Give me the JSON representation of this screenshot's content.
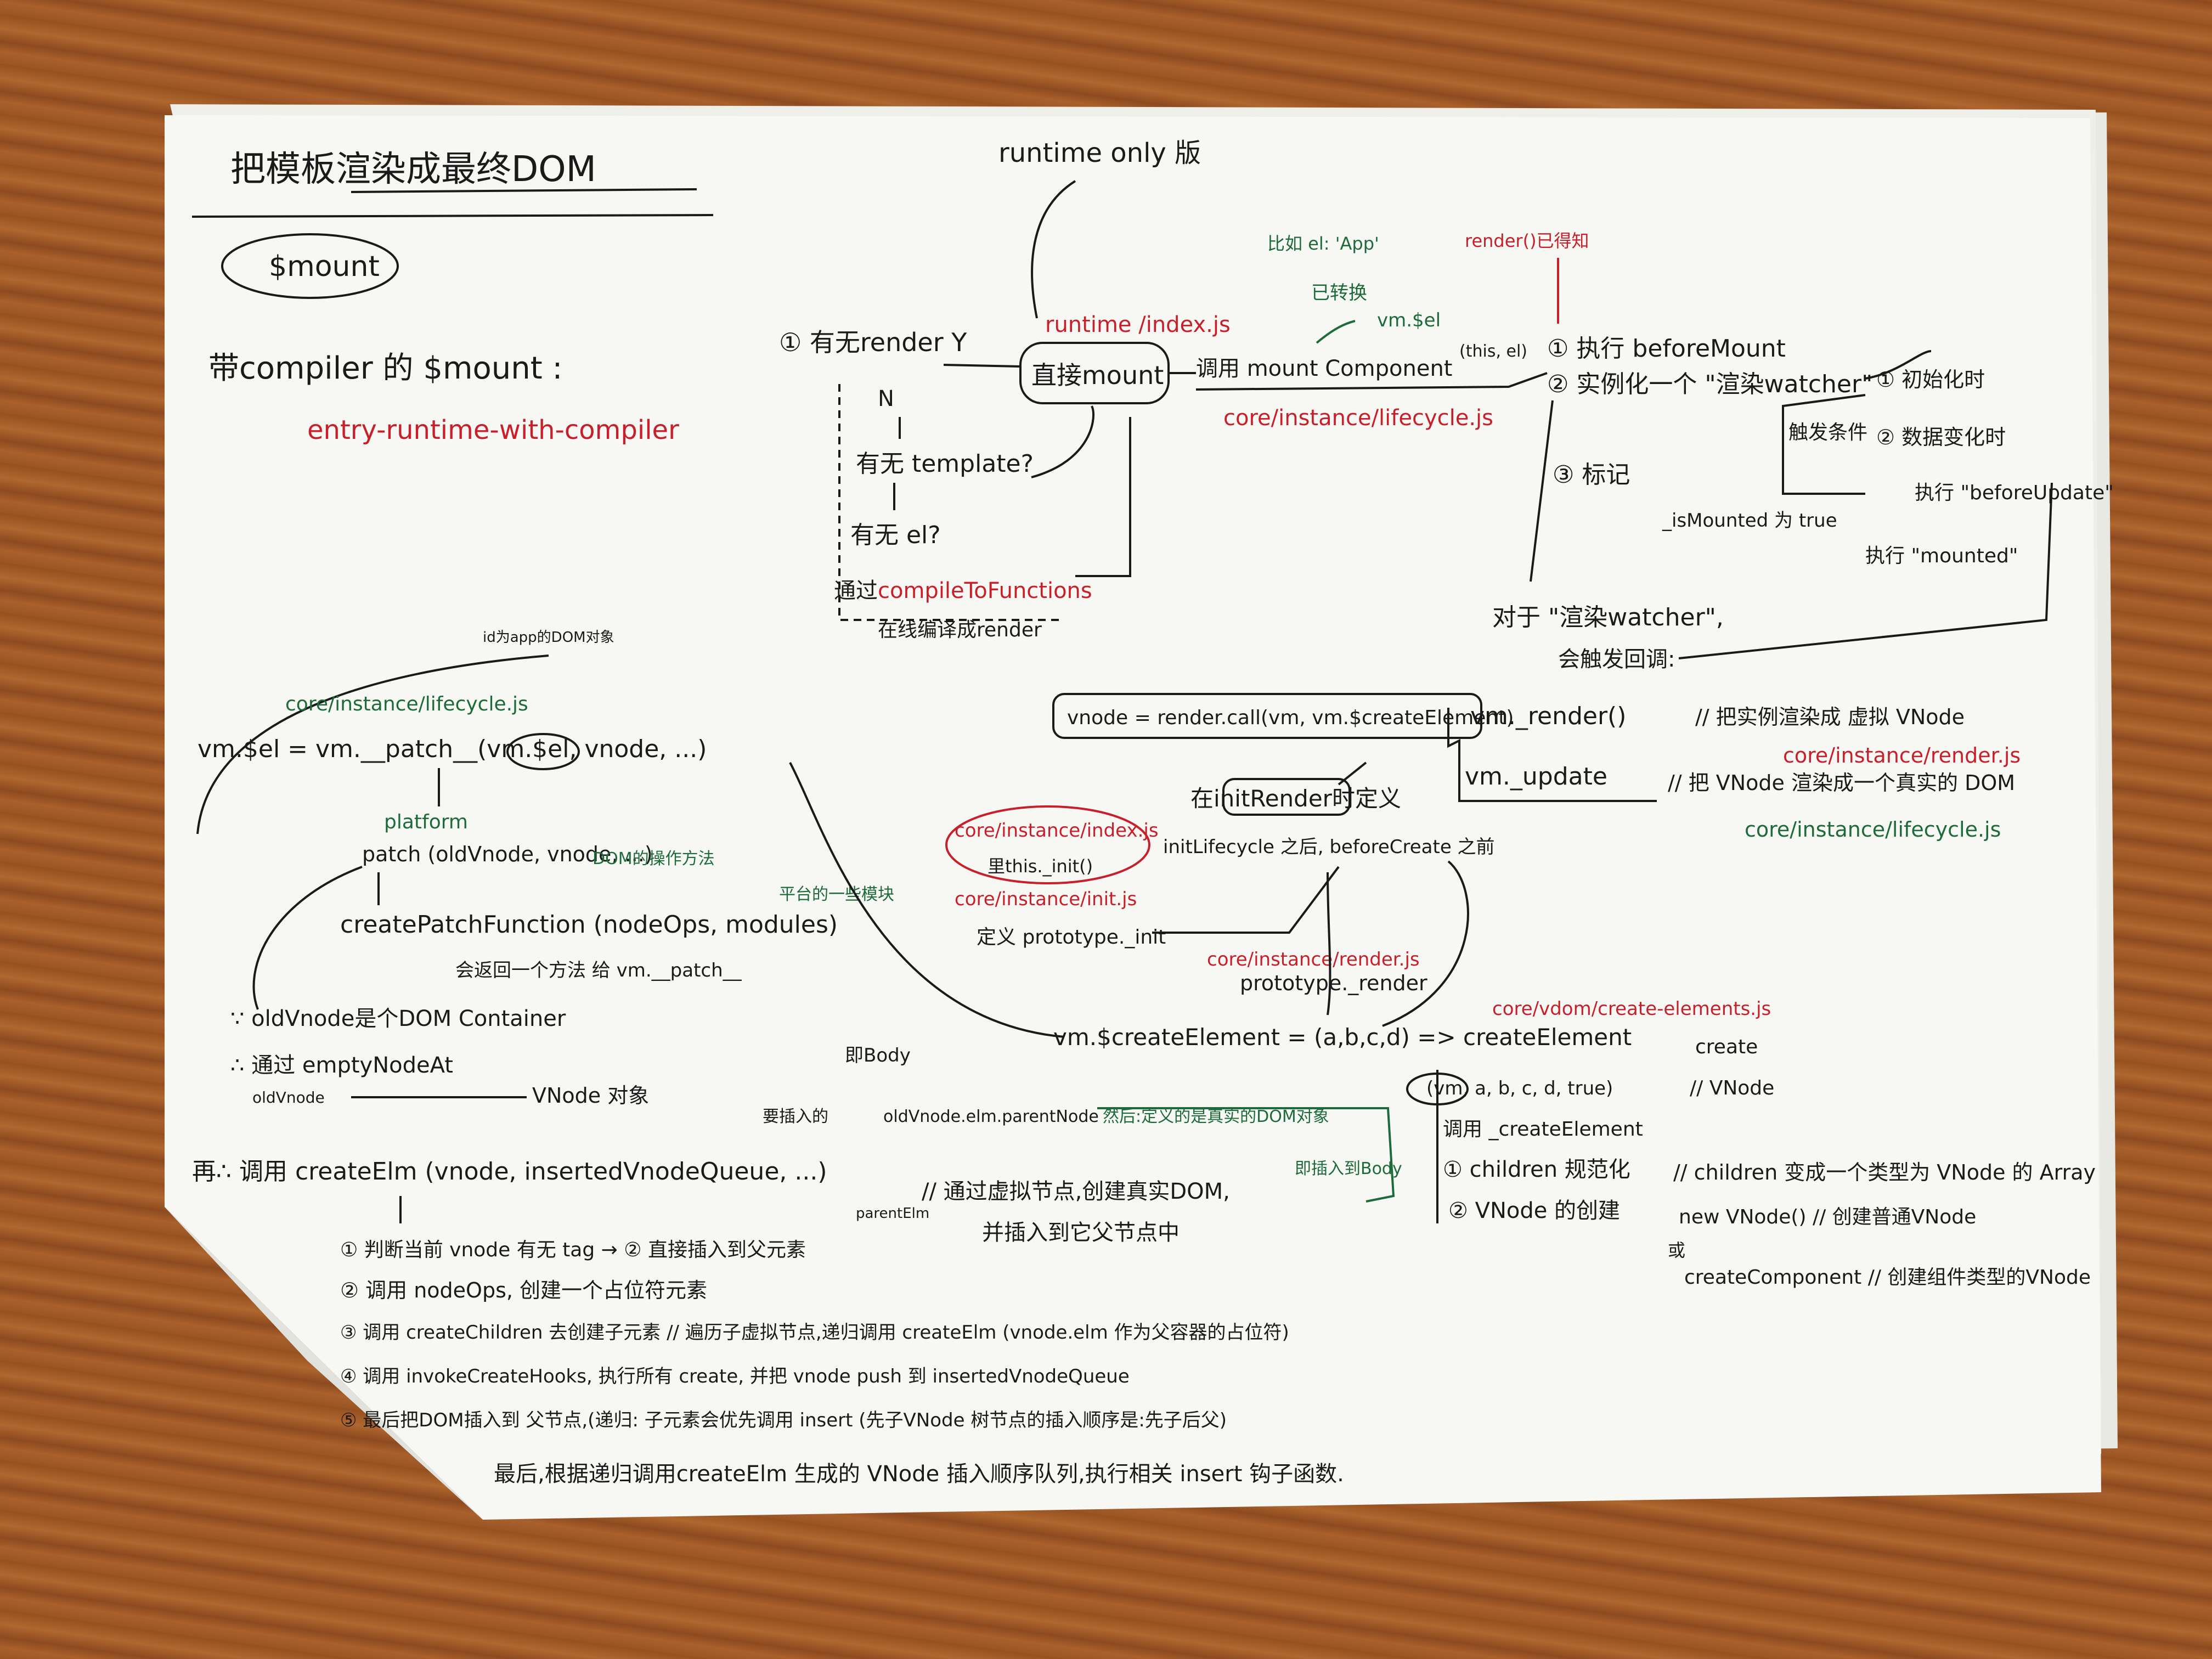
{
  "colors": {
    "black": "#1a1a1a",
    "red": "#c8202a",
    "green": "#1d6b3a",
    "paper": "#f7f7f4",
    "desk": "#a25a28"
  },
  "title": "把模板渲染成最终DOM",
  "mount_label": "$mount",
  "with_compiler": "带compiler 的 $mount :",
  "entry_file": "entry-runtime-with-compiler",
  "runtime_only": "runtime only 版",
  "runtime_index": "runtime /index.js",
  "has_render": "① 有无render Y",
  "direct_mount": "直接mount",
  "n_label": "N",
  "has_template": "有无 template?",
  "has_el": "有无 el?",
  "via_label": "通过",
  "compile_fn": "compileToFunctions",
  "compile_to_render": "在线编译成render",
  "call_mount_component": "调用 mount Component",
  "this_el": "(this, el)",
  "lifecycle_js_1": "core/instance/lifecycle.js",
  "el_app_note": "比如 el: 'App'",
  "el_converted": "已转换",
  "vm_el": "vm.$el",
  "render_known": "render()已得知",
  "step1": "① 执行 beforeMount",
  "step2": "② 实例化一个 \"渲染watcher\"",
  "init_time": "① 初始化时",
  "trigger_cond": "触发条件",
  "data_change": "② 数据变化时",
  "exec_before_update": "执行 \"beforeUpdate\"",
  "step3": "③ 标记",
  "is_mounted": "_isMounted 为 true",
  "exec_mounted": "执行 \"mounted\"",
  "for_watcher": "对于 \"渲染watcher\",",
  "will_trigger": "会触发回调:",
  "vnode_render_call": "vnode = render.call(vm, vm.$createElement)",
  "vm_render": "vm._render()",
  "render_desc": "// 把实例渲染成 虚拟 VNode",
  "render_js": "core/instance/render.js",
  "vm_update": "vm._update",
  "update_desc": "// 把 VNode 渲染成一个真实的 DOM",
  "lifecycle_js_2": "core/instance/lifecycle.js",
  "id_app_note": "id为app的DOM对象",
  "lifecycle_js_3": "core/instance/lifecycle.js",
  "vm_el_patch": "vm.$el = vm.__patch__(vm.$el, vnode, ...)",
  "platform": "platform",
  "patch_sig": "patch (oldVnode, vnode, ...)",
  "dom_ops": "DOM的操作方法",
  "platform_modules": "平台的一些模块",
  "create_patch": "createPatchFunction (nodeOps, modules)",
  "return_fn": "会返回一个方法 给 vm.__patch__",
  "init_render": "在initRender时定义",
  "index_js": "core/instance/index.js",
  "this_init": "里this._init()",
  "init_js": "core/instance/init.js",
  "define_init": "定义 prototype._init",
  "init_lifecycle": "initLifecycle 之后, beforeCreate 之前",
  "render_js_2": "core/instance/render.js",
  "prototype_render": "prototype._render",
  "old_vnode": "∵ oldVnode是个DOM Container",
  "via_empty": "∴ 通过 emptyNodeAt",
  "old_vnode_small": "oldVnode",
  "vnode_obj": "VNode 对象",
  "app_body": "即Body",
  "before_insert": "要插入的",
  "old_vnode_elm": "oldVnode.elm.parentNode",
  "then_define": "然后:定义的是真实的DOM对象",
  "insert_body": "即插入到Body",
  "create_elm_call": "再∴ 调用 createElm (vnode, insertedVnodeQueue, ...)",
  "parent_elm": "parentElm",
  "via_virtual": "// 通过虚拟节点,创建真实DOM,",
  "insert_parent": "并插入到它父节点中",
  "create_element_vm": "vm.$createElement = (a,b,c,d) => createElement",
  "vdom_file": "core/vdom/create-elements.js",
  "create_word": "create",
  "vnode_word": "// VNode",
  "create_elm_args": "(vm, a, b, c, d, true)",
  "call_create_element": "调用 _createElement",
  "children_norm": "① children 规范化",
  "children_desc": "// children 变成一个类型为 VNode 的 Array",
  "vnode_create": "② VNode 的创建",
  "new_vnode": "new VNode() // 创建普通VNode",
  "or_word": "或",
  "create_component": "createComponent // 创建组件类型的VNode",
  "s1": "① 判断当前 vnode 有无 tag → ② 直接插入到父元素",
  "s2": "② 调用 nodeOps, 创建一个占位符元素",
  "s3": "③ 调用 createChildren 去创建子元素 // 遍历子虚拟节点,递归调用 createElm (vnode.elm 作为父容器的占位符)",
  "s4": "④ 调用 invokeCreateHooks, 执行所有 create, 并把 vnode push 到 insertedVnodeQueue",
  "s5": "⑤ 最后把DOM插入到 父节点,(递归: 子元素会优先调用 insert (先子VNode 树节点的插入顺序是:先子后父)",
  "finale": "最后,根据递归调用createElm 生成的 VNode 插入顺序队列,执行相关 insert 钩子函数."
}
